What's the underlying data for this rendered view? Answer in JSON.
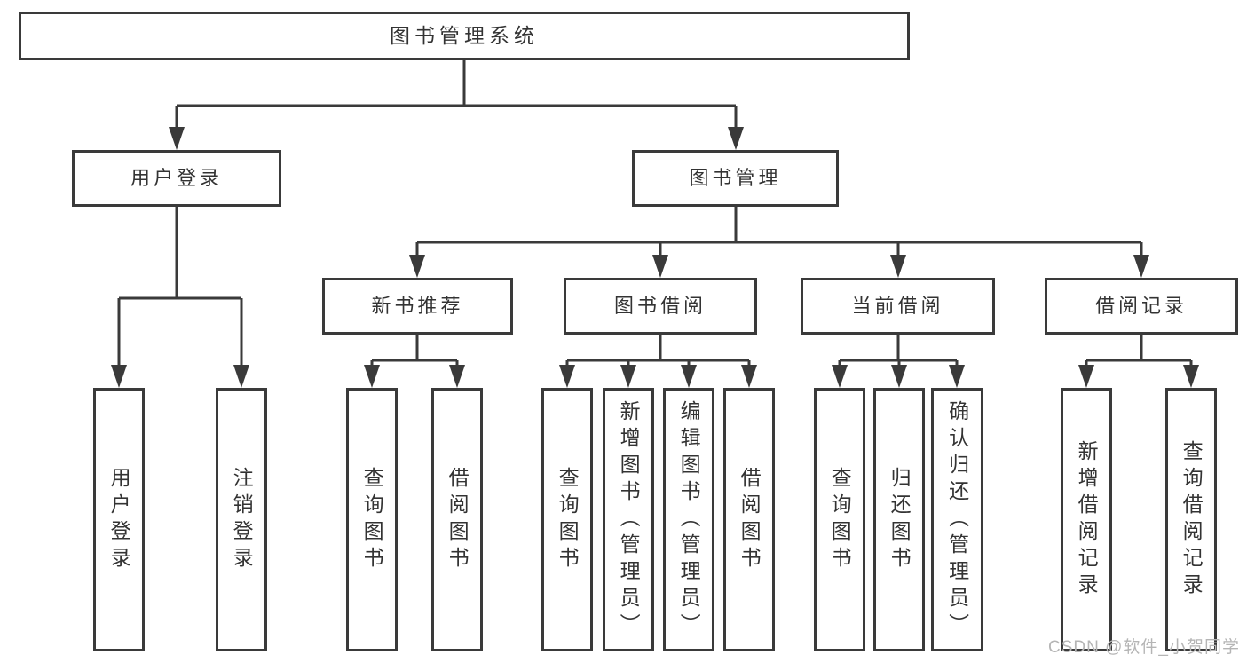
{
  "diagram": {
    "title": "图书管理系统",
    "branches": [
      {
        "label": "用户登录",
        "children": [
          "用户登录",
          "注销登录"
        ]
      },
      {
        "label": "图书管理",
        "modules": [
          {
            "label": "新书推荐",
            "children": [
              "查询图书",
              "借阅图书"
            ]
          },
          {
            "label": "图书借阅",
            "children": [
              "查询图书",
              "新增图书（管理员）",
              "编辑图书（管理员）",
              "借阅图书"
            ]
          },
          {
            "label": "当前借阅",
            "children": [
              "查询图书",
              "归还图书",
              "确认归还（管理员）"
            ]
          },
          {
            "label": "借阅记录",
            "children": [
              "新增借阅记录",
              "查询借阅记录"
            ]
          }
        ]
      }
    ]
  },
  "watermark": {
    "text": "CSDN @软件_小贺同学"
  },
  "colors": {
    "line": "#3a3a3a",
    "text": "#333333",
    "box_background": "#ffffff",
    "page_background": "#ffffff",
    "watermark": "#b5b5b5"
  }
}
